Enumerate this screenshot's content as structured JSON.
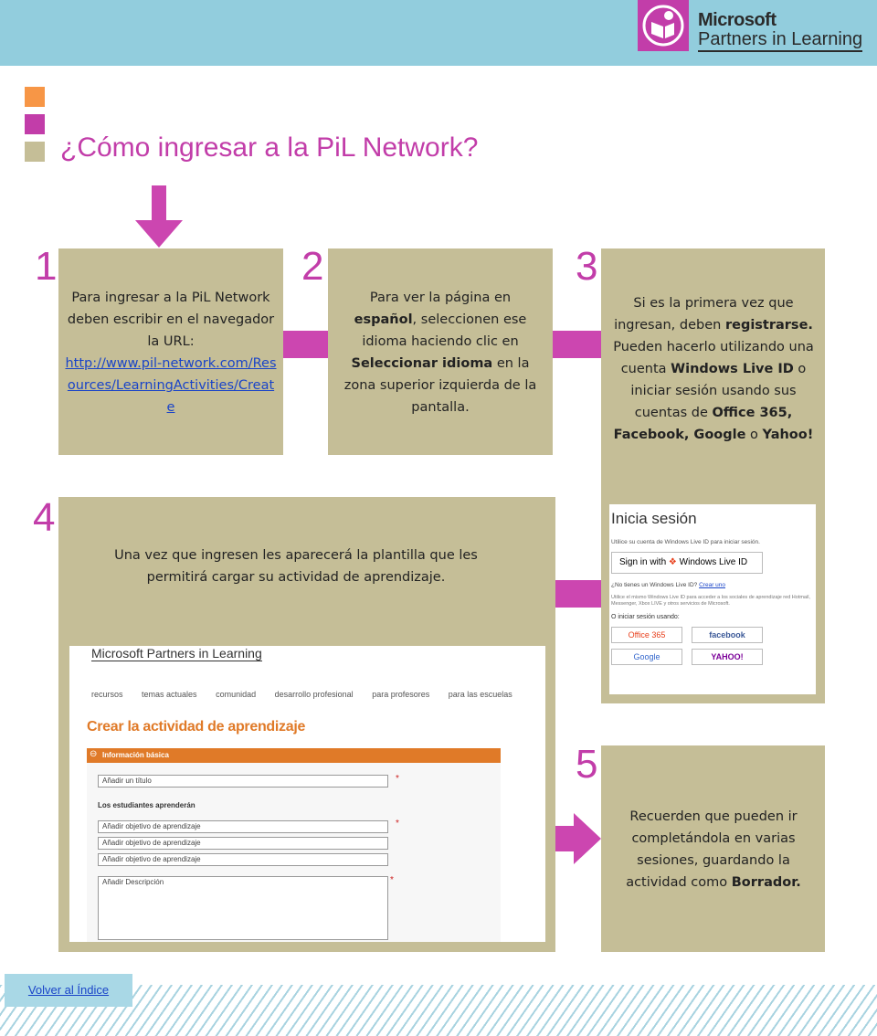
{
  "header": {
    "logo_line1": "Microsoft",
    "logo_line2": "Partners in Learning"
  },
  "title": "¿Cómo ingresar a la PiL Network?",
  "colors": {
    "accent_orange": "#f79646",
    "accent_magenta": "#c23da9",
    "accent_khaki": "#c5be97",
    "link": "#1a44c8",
    "topbar": "#92cddd"
  },
  "icons": {
    "logo": "reader-icon",
    "down_arrow": "arrow-down-icon",
    "right_arrow": "arrow-right-icon"
  },
  "steps": {
    "s1": {
      "num": "1",
      "text": "Para ingresar a la PiL Network deben escribir en el navegador la URL:",
      "url": "http://www.pil-network.com/Resources/LearningActivities/Create"
    },
    "s2": {
      "num": "2",
      "t1": "Para ver la página en ",
      "b1": "español",
      "t2": ", seleccionen ese idioma haciendo clic en ",
      "b2": "Seleccionar idioma",
      "t3": " en la zona superior izquierda de la pantalla."
    },
    "s3": {
      "num": "3",
      "t1": "Si es la primera vez que ingresan, deben ",
      "b1": "registrarse.",
      "t2": " Pueden hacerlo utilizando una cuenta ",
      "b2": "Windows Live ID",
      "t3": " o iniciar sesión usando sus cuentas de ",
      "b3": "Office 365, Facebook, Google",
      "t4": " o ",
      "b4": "Yahoo!"
    },
    "s4": {
      "num": "4",
      "text": "Una vez que ingresen les aparecerá la plantilla que les permitirá cargar su actividad de aprendizaje."
    },
    "s5": {
      "num": "5",
      "t1": "Recuerden que pueden ir completándola en varias sesiones, guardando la actividad como ",
      "b1": "Borrador."
    }
  },
  "login": {
    "title": "Inicia sesión",
    "subtitle": "Utilice su cuenta de Windows Live ID para iniciar sesión.",
    "signin_prefix": "Sign in with",
    "signin_brand": "Windows Live ID",
    "no_account": "¿No tienes un Windows Live ID?",
    "create": "Crear uno",
    "note": "Utilice el mismo Windows Live ID para acceder a los sociales de aprendizaje red Hotmail, Messenger, Xbox LIVE y otros servicios de Microsoft.",
    "or_label": "O iniciar sesión usando:",
    "providers": [
      "Office 365",
      "facebook",
      "Google",
      "YAHOO!"
    ]
  },
  "form": {
    "brand": "Microsoft Partners in Learning",
    "nav": [
      "recursos",
      "temas actuales",
      "comunidad",
      "desarrollo profesional",
      "para profesores",
      "para las escuelas"
    ],
    "page_title": "Crear la actividad de aprendizaje",
    "section": "Información básica",
    "title_placeholder": "Añadir un título",
    "learn_label": "Los estudiantes aprenderán",
    "objective_placeholder": "Añadir objetivo de aprendizaje",
    "desc_placeholder": "Añadir Descripción",
    "required": "*"
  },
  "footer": {
    "back_link": "Volver al Índice"
  }
}
